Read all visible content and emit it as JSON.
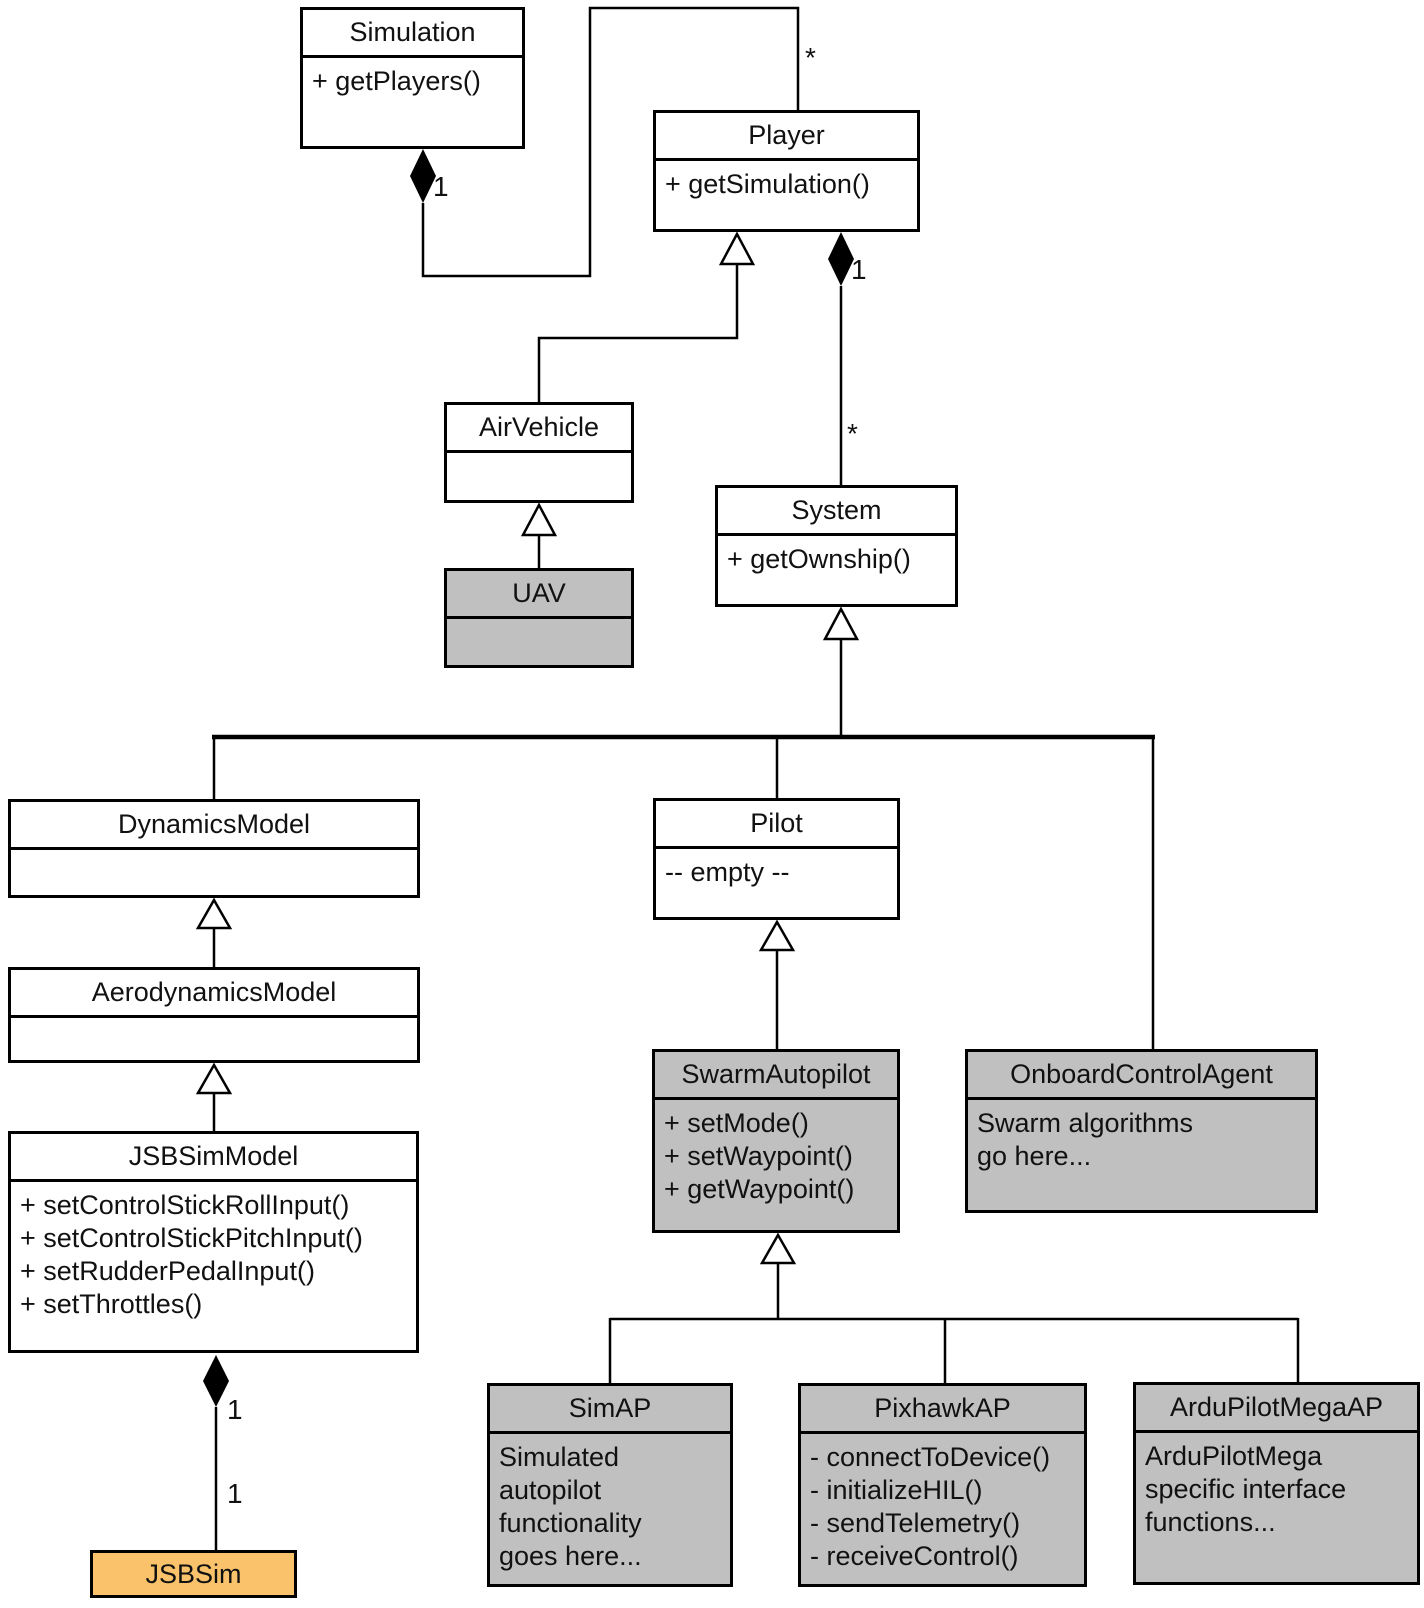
{
  "diagram": {
    "classes": {
      "simulation": {
        "title": "Simulation",
        "members": [
          "+ getPlayers()"
        ]
      },
      "player": {
        "title": "Player",
        "members": [
          "+ getSimulation()"
        ]
      },
      "airvehicle": {
        "title": "AirVehicle",
        "members": []
      },
      "uav": {
        "title": "UAV",
        "members": []
      },
      "system": {
        "title": "System",
        "members": [
          "+ getOwnship()"
        ]
      },
      "dynamicsmodel": {
        "title": "DynamicsModel",
        "members": []
      },
      "aerodynamicsmodel": {
        "title": "AerodynamicsModel",
        "members": []
      },
      "jsbsimmodel": {
        "title": "JSBSimModel",
        "members": [
          "+ setControlStickRollInput()",
          "+ setControlStickPitchInput()",
          "+ setRudderPedalInput()",
          "+ setThrottles()"
        ]
      },
      "jsbsim": {
        "title": "JSBSim",
        "members": []
      },
      "pilot": {
        "title": "Pilot",
        "members": [
          "-- empty --"
        ]
      },
      "swarmautopilot": {
        "title": "SwarmAutopilot",
        "members": [
          "+ setMode()",
          "+ setWaypoint()",
          "+ getWaypoint()"
        ]
      },
      "onboardcontrolagent": {
        "title": "OnboardControlAgent",
        "members": [
          "Swarm algorithms",
          "go here..."
        ]
      },
      "simap": {
        "title": "SimAP",
        "members": [
          "Simulated",
          "autopilot",
          "functionality",
          "goes here..."
        ]
      },
      "pixhawkap": {
        "title": "PixhawkAP",
        "members": [
          "- connectToDevice()",
          "- initializeHIL()",
          "- sendTelemetry()",
          "- receiveControl()"
        ]
      },
      "ardupilotmegaap": {
        "title": "ArduPilotMegaAP",
        "members": [
          "ArduPilotMega",
          "specific interface",
          "functions..."
        ]
      }
    },
    "labels": {
      "sim_owns_player_one": "1",
      "sim_owns_player_many": "*",
      "player_owns_system_one": "1",
      "player_owns_system_many": "*",
      "jsbsimmodel_owns_one": "1",
      "jsbsim_part_one": "1"
    },
    "colors": {
      "class_gray": "#C0C0C0",
      "class_orange": "#FAC36B",
      "stroke": "#000000"
    }
  }
}
